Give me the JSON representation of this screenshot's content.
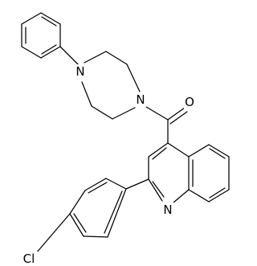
{
  "molecule": {
    "atoms": [
      {
        "element": "N",
        "label": "N"
      },
      {
        "element": "N",
        "label": "N"
      },
      {
        "element": "O",
        "label": "O"
      },
      {
        "element": "N",
        "label": "N"
      },
      {
        "element": "Cl",
        "label": "Cl"
      }
    ]
  },
  "colors": {
    "background": "#ffffff",
    "bond": "#000000",
    "label": "#000000"
  }
}
